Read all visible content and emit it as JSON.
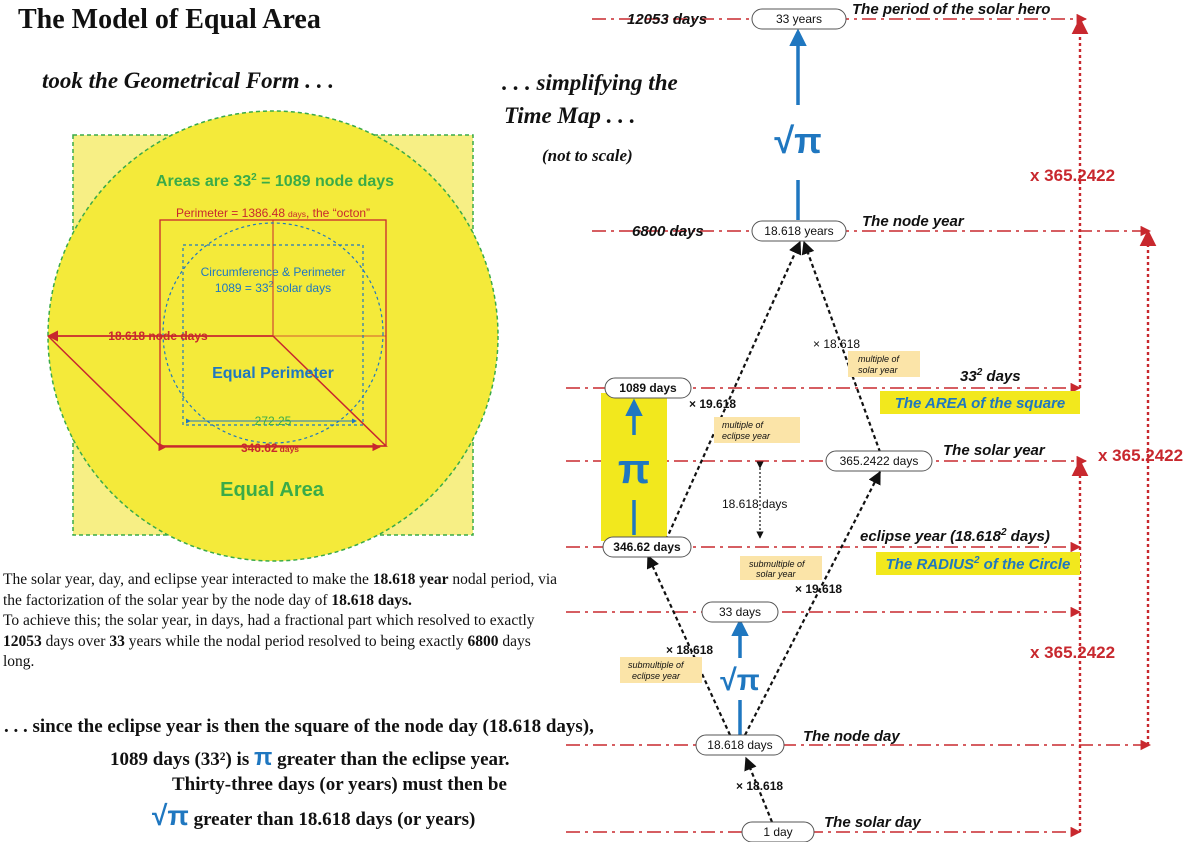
{
  "title": "The Model of Equal Area",
  "subtitle_left": "took the Geometrical Form . . .",
  "subtitle_right_1": ". . . simplifying the",
  "subtitle_right_2": "Time Map . . .",
  "subtitle_right_3": "(not to scale)",
  "geometry": {
    "areas_label": "Areas are 33",
    "areas_sup": "2",
    "areas_rest": " = 1089 node days",
    "perimeter_label": "Perimeter = 1386.48",
    "perimeter_days": "days",
    "perimeter_octon": ", the “octon”",
    "circ_label_1": "Circumference & Perimeter",
    "circ_label_2a": "1089 = 33",
    "circ_label_2sup": "2",
    "circ_label_2b": " solar days",
    "node_days_label": "18.618 node days",
    "equal_perimeter": "Equal Perimeter",
    "inner_width": "272.25",
    "base_label": "346.62",
    "base_days": "days",
    "equal_area": "Equal Area",
    "colors": {
      "yellow": "#f4ea3a",
      "square": "#f7ef85",
      "green": "#3aab48",
      "red": "#c8282e",
      "blue": "#1f77c0"
    }
  },
  "paragraph": {
    "p1_a": "The solar year, day, and eclipse year interacted to make the ",
    "p1_b": "18.618 year",
    "p1_c": " nodal period, via the  factorization of the solar year by the node day of ",
    "p1_d": "18.618 days.",
    "p2_a": "To achieve this; the solar year, in days, had a fractional part which resolved to exactly ",
    "p2_b": "12053",
    "p2_c": " days over ",
    "p2_d": "33",
    "p2_e": " years while the nodal period resolved to being exactly ",
    "p2_f": "6800",
    "p2_g": " days long."
  },
  "bottom": {
    "line1": ". . . since the eclipse year is then the square of the node day (18.618 days),",
    "line2_a": "1089 days (33²) is ",
    "line2_pi": "π",
    "line2_b": " greater than the eclipse year.",
    "line3": "Thirty-three days (or years) must then be",
    "line4_pi": "√π",
    "line4_b": " greater than 18.618 days (or years)"
  },
  "timemap": {
    "levels": {
      "l33y": {
        "left": "12053 days",
        "node": "33 years",
        "right": "The period of the solar hero"
      },
      "l186y": {
        "left": "6800 days",
        "node": "18.618 years",
        "right": "The  node year"
      },
      "l1089": {
        "node": "1089 days",
        "right_a": "33",
        "right_sup": "2",
        "right_b": " days",
        "box": "The AREA of the square"
      },
      "lsolar": {
        "node": "365.2422 days",
        "right": "The solar year"
      },
      "leclipse": {
        "node": "346.62 days",
        "right_a": "eclipse year (18.618",
        "right_sup": "2",
        "right_b": " days)",
        "box_a": "The RADIUS",
        "box_sup": "2",
        "box_b": " of the Circle"
      },
      "l33d": {
        "node": "33 days"
      },
      "lnode": {
        "node": "18.618 days",
        "right": "The  node day"
      },
      "lday": {
        "node": "1 day",
        "right": "The solar day"
      }
    },
    "sqrt_pi_upper": "√π",
    "pi_symbol": "π",
    "sqrt_pi_lower": "√π",
    "mult_18618_top": "× 18.618",
    "note_solar_mult_1": "multiple of",
    "note_solar_mult_2": "solar year",
    "mult_19618_top": "× 19.618",
    "note_eclipse_mult_1": "multiple of",
    "note_eclipse_mult_2": "eclipse year",
    "gap_18618": "18.618 days",
    "note_submult_solar_1": "submultiple of",
    "note_submult_solar_2": "solar year",
    "mult_19618_bottom": "× 19.618",
    "mult_18618_left": "× 18.618",
    "note_submult_eclipse_1": "submultiple of",
    "note_submult_eclipse_2": "eclipse year",
    "mult_18618_bottom": "× 18.618",
    "x365_1": "x 365.2422",
    "x365_2": "x 365.2422",
    "x365_3": "x 365.2422"
  }
}
